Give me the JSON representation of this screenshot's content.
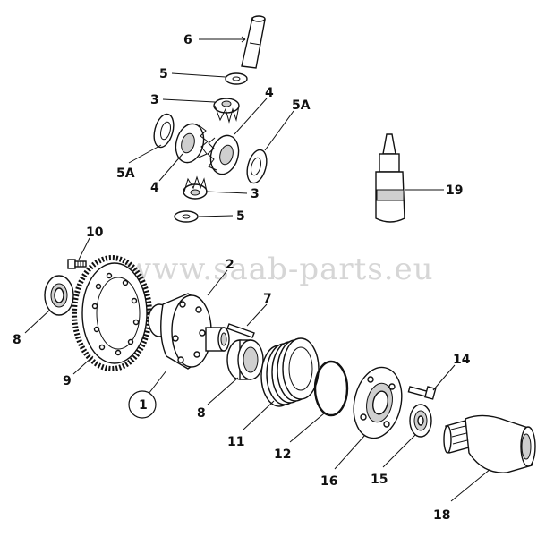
{
  "watermark": "www.saab-parts.eu",
  "callouts": [
    {
      "id": "c6",
      "text": "6"
    },
    {
      "id": "c5a",
      "text": "5"
    },
    {
      "id": "c3a",
      "text": "3"
    },
    {
      "id": "c4a",
      "text": "4"
    },
    {
      "id": "c5A1",
      "text": "5A"
    },
    {
      "id": "c5A2",
      "text": "5A"
    },
    {
      "id": "c4b",
      "text": "4"
    },
    {
      "id": "c3b",
      "text": "3"
    },
    {
      "id": "c5b",
      "text": "5"
    },
    {
      "id": "c19",
      "text": "19"
    },
    {
      "id": "c10",
      "text": "10"
    },
    {
      "id": "c2",
      "text": "2"
    },
    {
      "id": "c7",
      "text": "7"
    },
    {
      "id": "c8a",
      "text": "8"
    },
    {
      "id": "c9",
      "text": "9"
    },
    {
      "id": "c1",
      "text": "1"
    },
    {
      "id": "c8b",
      "text": "8"
    },
    {
      "id": "c11",
      "text": "11"
    },
    {
      "id": "c12",
      "text": "12"
    },
    {
      "id": "c14",
      "text": "14"
    },
    {
      "id": "c16",
      "text": "16"
    },
    {
      "id": "c15",
      "text": "15"
    },
    {
      "id": "c18",
      "text": "18"
    }
  ]
}
